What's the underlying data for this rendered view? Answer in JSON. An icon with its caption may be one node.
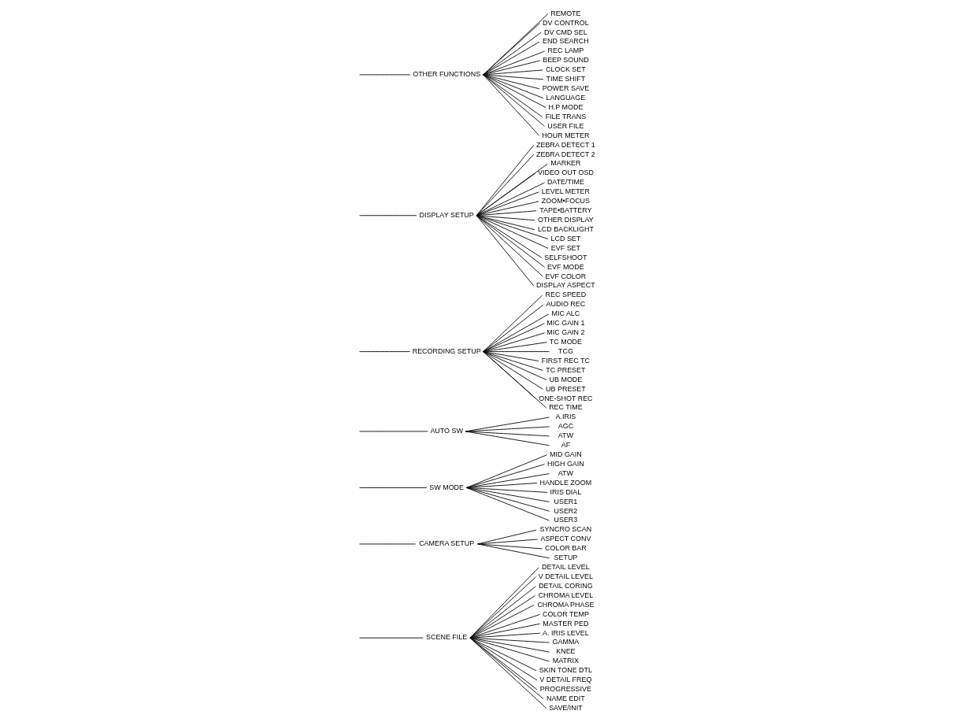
{
  "diagram": {
    "nodes": [
      {
        "text": [
          "SCENE FILE"
        ]
      },
      {
        "text": [
          "CAMERA SETUP"
        ]
      },
      {
        "text": [
          "SW MODE"
        ]
      },
      {
        "text": [
          "AUTO SW"
        ]
      },
      {
        "text": [
          "RECORDING SETUP"
        ]
      },
      {
        "text": [
          "DISPLAY SETUP"
        ]
      },
      {
        "text": [
          "OTHER FUNCTIONS"
        ]
      },
      {
        "text": [
          "DETAIL LEVEL"
        ]
      },
      {
        "text": [
          "V DETAIL LEVEL"
        ]
      },
      {
        "text": [
          "DETAIL CORING"
        ]
      },
      {
        "text": [
          "CHROMA LEVEL"
        ]
      },
      {
        "text": [
          "CHROMA PHASE"
        ]
      },
      {
        "text": [
          "COLOR TEMP"
        ]
      },
      {
        "text": [
          "MASTER PED"
        ]
      },
      {
        "text": [
          "A. IRIS LEVEL"
        ]
      },
      {
        "text": [
          "GAMMA"
        ]
      },
      {
        "text": [
          "KNEE"
        ]
      },
      {
        "text": [
          "MATRIX"
        ]
      },
      {
        "text": [
          "SKIN TONE DTL"
        ]
      },
      {
        "text": [
          "V DETAIL FREQ"
        ]
      },
      {
        "text": [
          "PROGRESSIVE"
        ]
      },
      {
        "text": [
          "NAME EDIT"
        ]
      },
      {
        "text": [
          "SAVE/INIT"
        ]
      },
      {
        "text": [
          "SYNCRO SCAN"
        ]
      },
      {
        "text": [
          "ASPECT CONV"
        ]
      },
      {
        "text": [
          "COLOR BAR"
        ]
      },
      {
        "text": [
          "SETUP"
        ]
      },
      {
        "text": [
          "MID GAIN"
        ]
      },
      {
        "text": [
          "HIGH GAIN"
        ]
      },
      {
        "text": [
          "ATW"
        ]
      },
      {
        "text": [
          "HANDLE ZOOM"
        ]
      },
      {
        "text": [
          "IRIS DIAL"
        ]
      },
      {
        "text": [
          "USER1"
        ]
      },
      {
        "text": [
          "USER2"
        ]
      },
      {
        "text": [
          "USER3"
        ]
      },
      {
        "text": [
          "A.IRIS"
        ]
      },
      {
        "text": [
          "AGC"
        ]
      },
      {
        "text": [
          "ATW"
        ]
      },
      {
        "text": [
          "AF"
        ]
      },
      {
        "text": [
          "REC SPEED"
        ]
      },
      {
        "text": [
          "AUDIO REC"
        ]
      },
      {
        "text": [
          "MIC ALC"
        ]
      },
      {
        "text": [
          "MIC GAIN 1"
        ]
      },
      {
        "text": [
          "MIC GAIN 2"
        ]
      },
      {
        "text": [
          "TC MODE"
        ]
      },
      {
        "text": [
          "TCG"
        ]
      },
      {
        "text": [
          "FIRST REC TC"
        ]
      },
      {
        "text": [
          "TC PRESET"
        ]
      },
      {
        "text": [
          "UB MODE"
        ]
      },
      {
        "text": [
          "UB PRESET"
        ]
      },
      {
        "text": [
          "ONE-SHOT REC"
        ]
      },
      {
        "text": [
          "REC TIME"
        ]
      },
      {
        "text": [
          "ZEBRA DETECT 1"
        ]
      },
      {
        "text": [
          "ZEBRA DETECT 2"
        ]
      },
      {
        "text": [
          "MARKER"
        ]
      },
      {
        "text": [
          "VIDEO OUT OSD"
        ]
      },
      {
        "text": [
          "DATE/TIME"
        ]
      },
      {
        "text": [
          "LEVEL METER"
        ]
      },
      {
        "text": [
          "ZOOM•FOCUS"
        ]
      },
      {
        "text": [
          "TAPE•BATTERY"
        ]
      },
      {
        "text": [
          "OTHER DISPLAY"
        ]
      },
      {
        "text": [
          "LCD BACKLIGHT"
        ]
      },
      {
        "text": [
          "LCD SET"
        ]
      },
      {
        "text": [
          "EVF SET"
        ]
      },
      {
        "text": [
          "SELFSHOOT"
        ]
      },
      {
        "text": [
          "EVF MODE"
        ]
      },
      {
        "text": [
          "EVF COLOR"
        ]
      },
      {
        "text": [
          "DISPLAY ASPECT"
        ]
      },
      {
        "text": [
          "REMOTE"
        ]
      },
      {
        "text": [
          "DV CONTROL"
        ]
      },
      {
        "text": [
          "DV CMD SEL"
        ]
      },
      {
        "text": [
          "END SEARCH"
        ]
      },
      {
        "text": [
          "REC LAMP"
        ]
      },
      {
        "text": [
          "BEEP SOUND"
        ]
      },
      {
        "text": [
          "CLOCK SET"
        ]
      },
      {
        "text": [
          "TIME SHIFT"
        ]
      },
      {
        "text": [
          "POWER SAVE"
        ]
      },
      {
        "text": [
          "LANGUAGE"
        ]
      },
      {
        "text": [
          "H.P MODE"
        ]
      },
      {
        "text": [
          "FILE TRANS"
        ]
      },
      {
        "text": [
          "USER FILE"
        ]
      },
      {
        "text": [
          "HOUR METER"
        ]
      }
    ],
    "edges": [
      {
        "from": null,
        "to": 0,
        "arrow": "none"
      },
      {
        "from": null,
        "to": 1,
        "arrow": "none"
      },
      {
        "from": null,
        "to": 2,
        "arrow": "none"
      },
      {
        "from": null,
        "to": 3,
        "arrow": "none"
      },
      {
        "from": null,
        "to": 4,
        "arrow": "none"
      },
      {
        "from": null,
        "to": 5,
        "arrow": "none"
      },
      {
        "from": null,
        "to": 6,
        "arrow": "none"
      },
      {
        "from": 0,
        "to": 7,
        "arrow": "none"
      },
      {
        "from": 0,
        "to": 8,
        "arrow": "none"
      },
      {
        "from": 0,
        "to": 9,
        "arrow": "none"
      },
      {
        "from": 0,
        "to": 10,
        "arrow": "none"
      },
      {
        "from": 0,
        "to": 11,
        "arrow": "none"
      },
      {
        "from": 0,
        "to": 12,
        "arrow": "none"
      },
      {
        "from": 0,
        "to": 13,
        "arrow": "none"
      },
      {
        "from": 0,
        "to": 14,
        "arrow": "none"
      },
      {
        "from": 0,
        "to": 15,
        "arrow": "none"
      },
      {
        "from": 0,
        "to": 16,
        "arrow": "none"
      },
      {
        "from": 0,
        "to": 17,
        "arrow": "none"
      },
      {
        "from": 0,
        "to": 18,
        "arrow": "none"
      },
      {
        "from": 0,
        "to": 19,
        "arrow": "none"
      },
      {
        "from": 0,
        "to": 20,
        "arrow": "none"
      },
      {
        "from": 0,
        "to": 21,
        "arrow": "none"
      },
      {
        "from": 0,
        "to": 22,
        "arrow": "none"
      },
      {
        "from": 1,
        "to": 23,
        "arrow": "none"
      },
      {
        "from": 1,
        "to": 24,
        "arrow": "none"
      },
      {
        "from": 1,
        "to": 25,
        "arrow": "none"
      },
      {
        "from": 1,
        "to": 26,
        "arrow": "none"
      },
      {
        "from": 2,
        "to": 27,
        "arrow": "none"
      },
      {
        "from": 2,
        "to": 28,
        "arrow": "none"
      },
      {
        "from": 2,
        "to": 29,
        "arrow": "none"
      },
      {
        "from": 2,
        "to": 30,
        "arrow": "none"
      },
      {
        "from": 2,
        "to": 31,
        "arrow": "none"
      },
      {
        "from": 2,
        "to": 32,
        "arrow": "none"
      },
      {
        "from": 2,
        "to": 33,
        "arrow": "none"
      },
      {
        "from": 2,
        "to": 34,
        "arrow": "none"
      },
      {
        "from": 3,
        "to": 35,
        "arrow": "none"
      },
      {
        "from": 3,
        "to": 36,
        "arrow": "none"
      },
      {
        "from": 3,
        "to": 37,
        "arrow": "none"
      },
      {
        "from": 3,
        "to": 38,
        "arrow": "none"
      },
      {
        "from": 4,
        "to": 39,
        "arrow": "none"
      },
      {
        "from": 4,
        "to": 40,
        "arrow": "none"
      },
      {
        "from": 4,
        "to": 41,
        "arrow": "none"
      },
      {
        "from": 4,
        "to": 42,
        "arrow": "none"
      },
      {
        "from": 4,
        "to": 43,
        "arrow": "none"
      },
      {
        "from": 4,
        "to": 44,
        "arrow": "none"
      },
      {
        "from": 4,
        "to": 45,
        "arrow": "none"
      },
      {
        "from": 4,
        "to": 46,
        "arrow": "none"
      },
      {
        "from": 4,
        "to": 47,
        "arrow": "none"
      },
      {
        "from": 4,
        "to": 48,
        "arrow": "none"
      },
      {
        "from": 4,
        "to": 49,
        "arrow": "none"
      },
      {
        "from": 4,
        "to": 50,
        "arrow": "none"
      },
      {
        "from": 4,
        "to": 51,
        "arrow": "none"
      },
      {
        "from": 5,
        "to": 52,
        "arrow": "none"
      },
      {
        "from": 5,
        "to": 53,
        "arrow": "none"
      },
      {
        "from": 5,
        "to": 54,
        "arrow": "none"
      },
      {
        "from": 5,
        "to": 55,
        "arrow": "none"
      },
      {
        "from": 5,
        "to": 56,
        "arrow": "none"
      },
      {
        "from": 5,
        "to": 57,
        "arrow": "none"
      },
      {
        "from": 5,
        "to": 58,
        "arrow": "none"
      },
      {
        "from": 5,
        "to": 59,
        "arrow": "none"
      },
      {
        "from": 5,
        "to": 60,
        "arrow": "none"
      },
      {
        "from": 5,
        "to": 61,
        "arrow": "none"
      },
      {
        "from": 5,
        "to": 62,
        "arrow": "none"
      },
      {
        "from": 5,
        "to": 63,
        "arrow": "none"
      },
      {
        "from": 5,
        "to": 64,
        "arrow": "none"
      },
      {
        "from": 5,
        "to": 65,
        "arrow": "none"
      },
      {
        "from": 5,
        "to": 66,
        "arrow": "none"
      },
      {
        "from": 5,
        "to": 67,
        "arrow": "none"
      },
      {
        "from": 6,
        "to": 68,
        "arrow": "none"
      },
      {
        "from": 6,
        "to": 69,
        "arrow": "none"
      },
      {
        "from": 6,
        "to": 70,
        "arrow": "none"
      },
      {
        "from": 6,
        "to": 71,
        "arrow": "none"
      },
      {
        "from": 6,
        "to": 72,
        "arrow": "none"
      },
      {
        "from": 6,
        "to": 73,
        "arrow": "none"
      },
      {
        "from": 6,
        "to": 74,
        "arrow": "none"
      },
      {
        "from": 6,
        "to": 75,
        "arrow": "none"
      },
      {
        "from": 6,
        "to": 76,
        "arrow": "none"
      },
      {
        "from": 6,
        "to": 77,
        "arrow": "none"
      },
      {
        "from": 6,
        "to": 78,
        "arrow": "none"
      },
      {
        "from": 6,
        "to": 79,
        "arrow": "none"
      },
      {
        "from": 6,
        "to": 80,
        "arrow": "none"
      },
      {
        "from": 6,
        "to": 81,
        "arrow": "none"
      }
    ]
  }
}
